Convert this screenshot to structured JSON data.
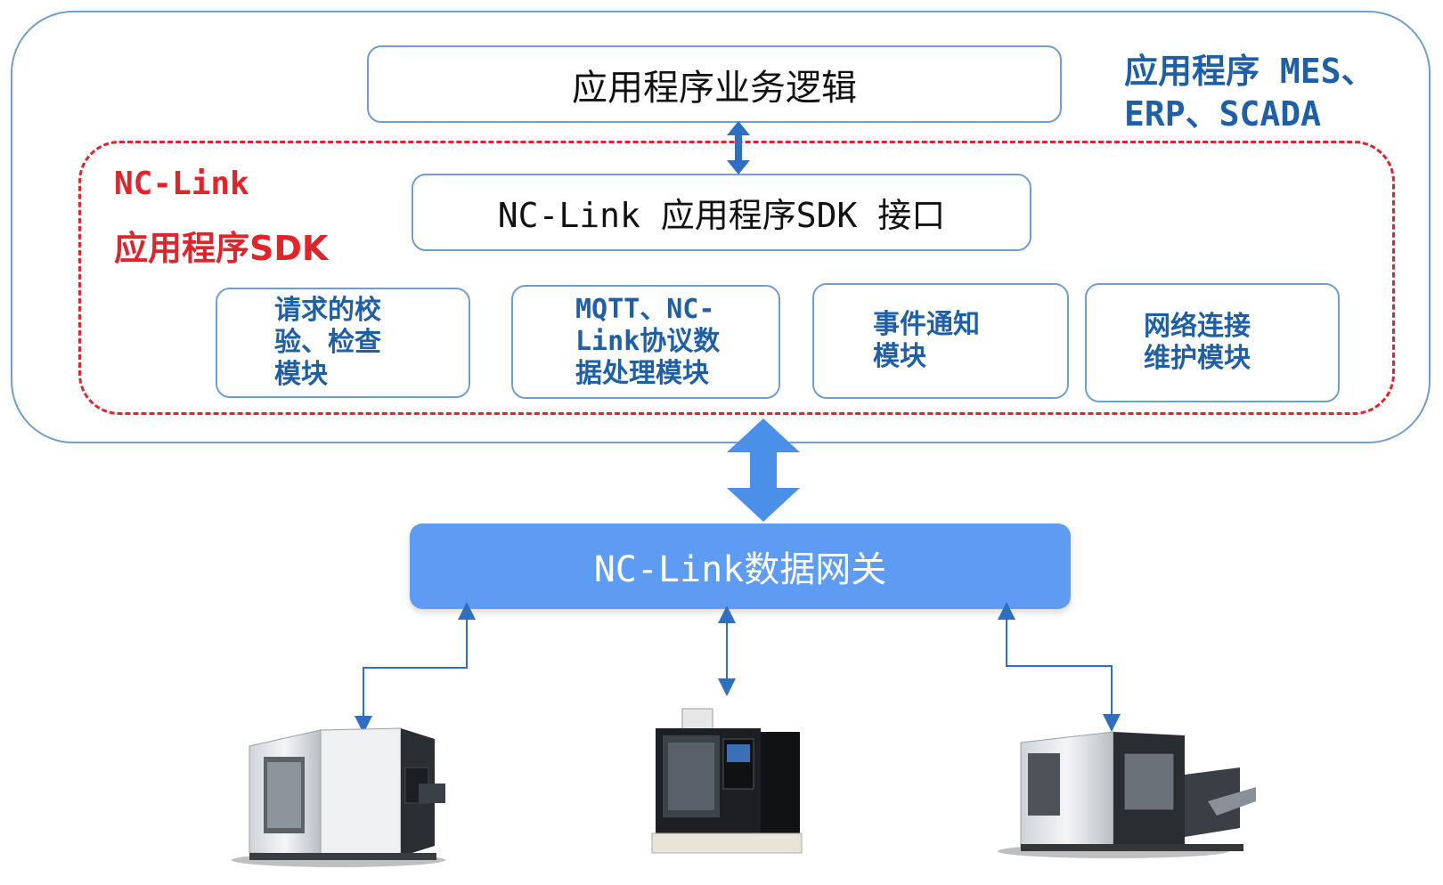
{
  "diagram": {
    "app_logic": "应用程序业务逻辑",
    "app_examples": [
      "应用程序 MES、",
      "ERP、SCADA"
    ],
    "sdk_label": [
      "NC-Link",
      "应用程序SDK"
    ],
    "sdk_interface": "NC-Link 应用程序SDK 接口",
    "modules": [
      {
        "lines": [
          "请求的校",
          "验、检查",
          "模块"
        ]
      },
      {
        "lines": [
          "MQTT、NC-",
          "Link协议数",
          "据处理模块"
        ]
      },
      {
        "lines": [
          "事件通知",
          "模块"
        ]
      },
      {
        "lines": [
          "网络连接",
          "维护模块"
        ]
      }
    ],
    "gateway": "NC-Link数据网关",
    "machines": [
      "machine-tool-left",
      "machine-tool-center",
      "machine-tool-right"
    ]
  },
  "colors": {
    "outline_blue": "#6f9fd0",
    "module_text": "#1f5fa8",
    "sdk_red": "#e0242c",
    "gateway_fill": "#5e9cf4",
    "arrow_blue": "#4a90e8",
    "connector_blue": "#2e6fc2"
  }
}
